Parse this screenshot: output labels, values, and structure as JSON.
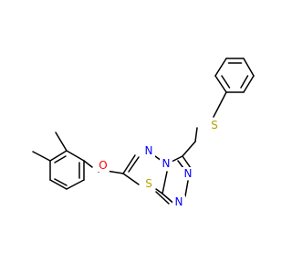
{
  "molecule": {
    "atoms": {
      "oxygen": {
        "label": "O",
        "color": "#ff0000"
      },
      "sulfur_thioether": {
        "label": "S",
        "color": "#b5a300"
      },
      "sulfur_ring": {
        "label": "S",
        "color": "#b5a300"
      },
      "nitrogen_thiadiazole_c6": {
        "label": "N",
        "color": "#0000ff"
      },
      "nitrogen_bridgehead": {
        "label": "N",
        "color": "#0000ff"
      },
      "nitrogen_triazole_upper": {
        "label": "N",
        "color": "#0000ff"
      },
      "nitrogen_triazole_lower": {
        "label": "N",
        "color": "#0000ff"
      }
    },
    "bond_color": "#000000",
    "background_color": "#ffffff"
  }
}
